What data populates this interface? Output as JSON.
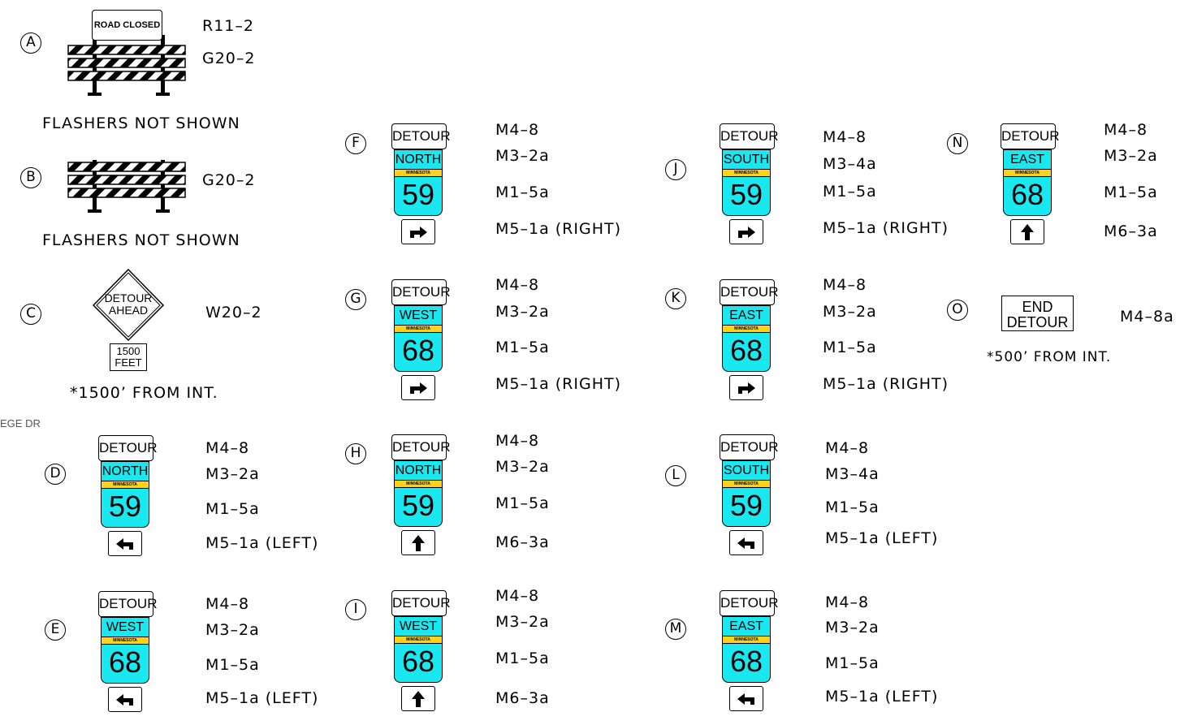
{
  "edge_label": "EGE DR",
  "barricades": {
    "A": {
      "letter": "A",
      "sign_text": "ROAD CLOSED",
      "code1": "R11–2",
      "code2": "G20–2",
      "note": "FLASHERS  NOT  SHOWN"
    },
    "B": {
      "letter": "B",
      "code": "G20–2",
      "note": "FLASHERS  NOT  SHOWN"
    },
    "C": {
      "letter": "C",
      "diamond_line1": "DETOUR",
      "diamond_line2": "AHEAD",
      "plaque_line1": "1500",
      "plaque_line2": "FEET",
      "code": "W20–2",
      "note": "*1500’  FROM  INT."
    }
  },
  "assemblies": [
    {
      "id": "D",
      "letter": "D",
      "header": "DETOUR",
      "direction": "NORTH",
      "state": "MINNESOTA",
      "route": "59",
      "arrow": "left",
      "codes": [
        "M4–8",
        "M3–2a",
        "M1–5a",
        "M5–1a  (LEFT)"
      ]
    },
    {
      "id": "E",
      "letter": "E",
      "header": "DETOUR",
      "direction": "WEST",
      "state": "MINNESOTA",
      "route": "68",
      "arrow": "left",
      "codes": [
        "M4–8",
        "M3–2a",
        "M1–5a",
        "M5–1a  (LEFT)"
      ]
    },
    {
      "id": "F",
      "letter": "F",
      "header": "DETOUR",
      "direction": "NORTH",
      "state": "MINNESOTA",
      "route": "59",
      "arrow": "right",
      "codes": [
        "M4–8",
        "M3–2a",
        "M1–5a",
        "M5–1a  (RIGHT)"
      ]
    },
    {
      "id": "G",
      "letter": "G",
      "header": "DETOUR",
      "direction": "WEST",
      "state": "MINNESOTA",
      "route": "68",
      "arrow": "right",
      "codes": [
        "M4–8",
        "M3–2a",
        "M1–5a",
        "M5–1a  (RIGHT)"
      ]
    },
    {
      "id": "H",
      "letter": "H",
      "header": "DETOUR",
      "direction": "NORTH",
      "state": "MINNESOTA",
      "route": "59",
      "arrow": "up",
      "codes": [
        "M4–8",
        "M3–2a",
        "M1–5a",
        "M6–3a"
      ]
    },
    {
      "id": "I",
      "letter": "I",
      "header": "DETOUR",
      "direction": "WEST",
      "state": "MINNESOTA",
      "route": "68",
      "arrow": "up",
      "codes": [
        "M4–8",
        "M3–2a",
        "M1–5a",
        "M6–3a"
      ]
    },
    {
      "id": "J",
      "letter": "J",
      "header": "DETOUR",
      "direction": "SOUTH",
      "state": "MINNESOTA",
      "route": "59",
      "arrow": "right",
      "codes": [
        "M4–8",
        "M3–4a",
        "M1–5a",
        "M5–1a  (RIGHT)"
      ]
    },
    {
      "id": "K",
      "letter": "K",
      "header": "DETOUR",
      "direction": "EAST",
      "state": "MINNESOTA",
      "route": "68",
      "arrow": "right",
      "codes": [
        "M4–8",
        "M3–2a",
        "M1–5a",
        "M5–1a  (RIGHT)"
      ]
    },
    {
      "id": "L",
      "letter": "L",
      "header": "DETOUR",
      "direction": "SOUTH",
      "state": "MINNESOTA",
      "route": "59",
      "arrow": "left",
      "codes": [
        "M4–8",
        "M3–4a",
        "M1–5a",
        "M5–1a  (LEFT)"
      ]
    },
    {
      "id": "M",
      "letter": "M",
      "header": "DETOUR",
      "direction": "EAST",
      "state": "MINNESOTA",
      "route": "68",
      "arrow": "left",
      "codes": [
        "M4–8",
        "M3–2a",
        "M1–5a",
        "M5–1a  (LEFT)"
      ]
    },
    {
      "id": "N",
      "letter": "N",
      "header": "DETOUR",
      "direction": "EAST",
      "state": "MINNESOTA",
      "route": "68",
      "arrow": "up",
      "codes": [
        "M4–8",
        "M3–2a",
        "M1–5a",
        "M6–3a"
      ]
    }
  ],
  "end_detour": {
    "letter": "O",
    "line1": "END",
    "line2": "DETOUR",
    "code": "M4–8a",
    "note": "*500’  FROM  INT."
  },
  "colors": {
    "route_panel": "#19e8f0",
    "state_band": "#ffd21a"
  }
}
